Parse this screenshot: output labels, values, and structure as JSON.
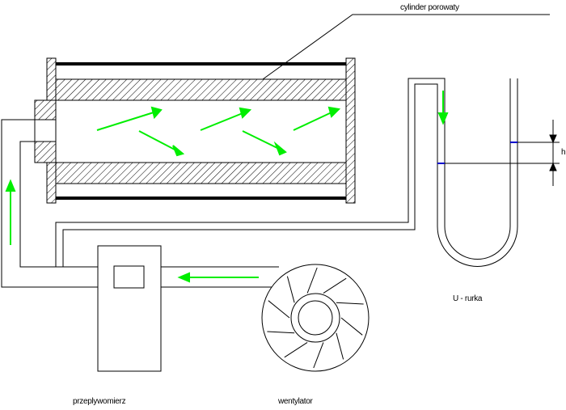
{
  "labels": {
    "cylinder": "cylinder porowaty",
    "height": "h",
    "u_tube": "U - rurka",
    "flowmeter": "przeplywomierz",
    "fan": "wentylator"
  },
  "colors": {
    "line": "#000000",
    "flow_arrow": "#00ee00",
    "fluid_level": "#0000cc",
    "background": "#ffffff"
  }
}
